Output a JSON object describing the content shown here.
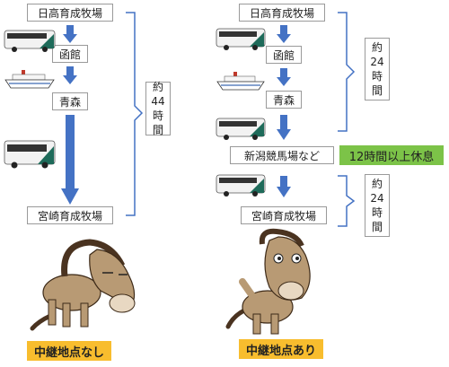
{
  "left": {
    "nodes": [
      "日高育成牧場",
      "函館",
      "青森",
      "宮崎育成牧場"
    ],
    "duration": {
      "label_top": "約",
      "label_mid": "44",
      "label_bottom": "時",
      "label_end": "間"
    },
    "caption": "中継地点なし"
  },
  "right": {
    "nodes": [
      "日高育成牧場",
      "函館",
      "青森",
      "新潟競馬場など",
      "宮崎育成牧場"
    ],
    "duration_a": {
      "label_top": "約",
      "label_mid": "24",
      "label_bottom": "時",
      "label_end": "間"
    },
    "rest": "12時間以上休息",
    "duration_b": {
      "label_top": "約",
      "label_mid": "24",
      "label_bottom": "時",
      "label_end": "間"
    },
    "caption": "中継地点あり"
  },
  "colors": {
    "arrow": "#4472c4",
    "bracket": "#4472c4",
    "caption_bg": "#f8bd2e",
    "rest_bg": "#7cc348",
    "bus_body": "#f2f2f2",
    "bus_accent": "#1e6b5a",
    "ferry_hull": "#ffffff",
    "horse": "#b89a74"
  },
  "icons": [
    "bus-icon",
    "ferry-icon",
    "horse-tired-icon",
    "horse-happy-icon"
  ]
}
